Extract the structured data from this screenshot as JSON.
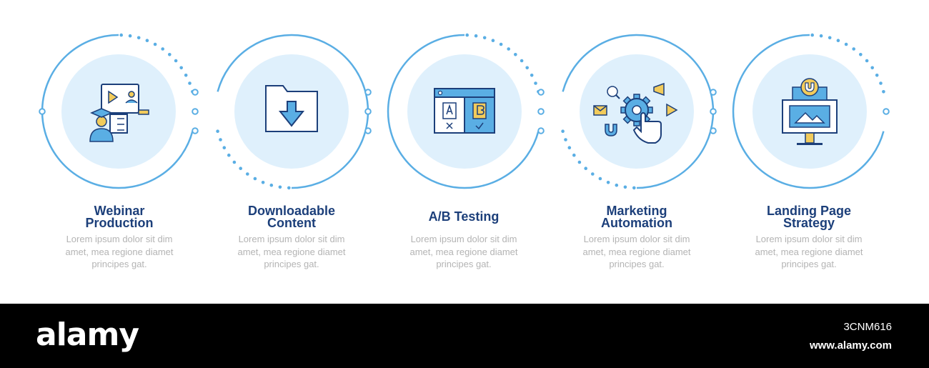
{
  "colors": {
    "ring": "#5aaee4",
    "disc": "#dff0fc",
    "outline": "#1c3f7a",
    "icon_blue": "#5aaee4",
    "icon_yellow": "#f2cb5b",
    "title": "#1c3f7a",
    "desc": "#b4b4b4"
  },
  "steps": [
    {
      "title_lines": [
        "Webinar",
        "Production"
      ],
      "icon": "webinar-icon",
      "desc_lines": [
        "Lorem ipsum dolor sit dim",
        "amet, mea regione diamet",
        "principes gat."
      ]
    },
    {
      "title_lines": [
        "Downloadable",
        "Content"
      ],
      "icon": "download-folder-icon",
      "desc_lines": [
        "Lorem ipsum dolor sit dim",
        "amet, mea regione diamet",
        "principes gat."
      ]
    },
    {
      "title_lines": [
        "A/B Testing"
      ],
      "icon": "ab-testing-icon",
      "desc_lines": [
        "Lorem ipsum dolor sit dim",
        "amet, mea regione diamet",
        "principes gat."
      ]
    },
    {
      "title_lines": [
        "Marketing",
        "Automation"
      ],
      "icon": "marketing-automation-icon",
      "desc_lines": [
        "Lorem ipsum dolor sit dim",
        "amet, mea regione diamet",
        "principes gat."
      ]
    },
    {
      "title_lines": [
        "Landing Page",
        "Strategy"
      ],
      "icon": "landing-page-icon",
      "desc_lines": [
        "Lorem ipsum dolor sit dim",
        "amet, mea regione diamet",
        "principes gat."
      ]
    }
  ],
  "footer": {
    "brand": "alamy",
    "image_id": "3CNM616",
    "url": "www.alamy.com"
  }
}
